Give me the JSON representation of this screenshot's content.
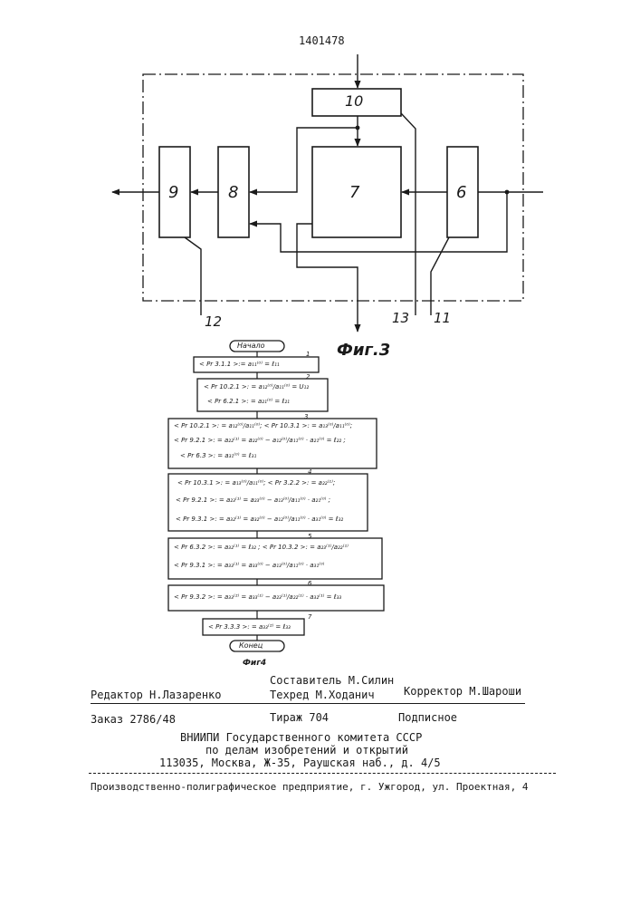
{
  "patent_number": "1401478",
  "fig3": {
    "caption": "Фиг.3",
    "blocks": {
      "b10": "10",
      "b7": "7",
      "b8": "8",
      "b9": "9",
      "b6": "6"
    },
    "inputs": {
      "in11": "11",
      "in12": "12",
      "in13": "13"
    }
  },
  "fig4": {
    "caption": "Фиг4",
    "start": "Начало",
    "end": "Конец",
    "steps": [
      {
        "num": "1",
        "lines": [
          "< Pr 3.1.1 >:= a₁₁⁽⁰⁾ = ℓ₁₁"
        ]
      },
      {
        "num": "2",
        "lines": [
          "< Pr 10.2.1 >: = a₁₂⁽⁰⁾/a₁₁⁽⁰⁾ = U₁₂",
          "< Pr 6.2.1 >: = a₂₁⁽⁰⁾ = ℓ₂₁"
        ]
      },
      {
        "num": "3",
        "lines": [
          "< Pr 10.2.1 >: = a₁₂⁽⁰⁾/a₁₁⁽⁰⁾; < Pr 10.3.1 >: = a₁₃⁽⁰⁾/a₁₁⁽⁰⁾;",
          "< Pr 9.2.1 >: = a₂₂⁽¹⁾ = a₂₂⁽⁰⁾ − a₁₂⁽⁰⁾/a₁₁⁽⁰⁾ · a₂₁⁽⁰⁾ = ℓ₂₂ ;",
          "< Pr 6.3 >: = a₃₁⁽⁰⁾ = ℓ₃₁"
        ]
      },
      {
        "num": "4",
        "lines": [
          "< Pr 10.3.1 >: = a₁₃⁽⁰⁾/a₁₁⁽⁰⁾; < Pr 3.2.2 >: = a₂₂⁽¹⁾;",
          "< Pr 9.2.1 >: = a₂₃⁽¹⁾ = a₂₃⁽⁰⁾ − a₁₃⁽⁰⁾/a₁₁⁽⁰⁾ · a₂₁⁽⁰⁾ ;",
          "< Pr 9.3.1 >: = a₃₂⁽¹⁾ = a₃₂⁽⁰⁾ − a₁₂⁽⁰⁾/a₁₁⁽⁰⁾ · a₃₁⁽⁰⁾ = ℓ₃₂"
        ]
      },
      {
        "num": "5",
        "lines": [
          "< Pr 6.3.2 >: = a₃₂⁽¹⁾ = ℓ₃₂ ; < Pr 10.3.2 >: = a₂₃⁽¹⁾/a₂₂⁽¹⁾",
          "< Pr 9.3.1 >: = a₃₃⁽¹⁾ = a₃₃⁽⁰⁾ − a₁₃⁽⁰⁾/a₁₁⁽⁰⁾ · a₃₁⁽⁰⁾"
        ]
      },
      {
        "num": "6",
        "lines": [
          "< Pr 9.3.2 >: = a₃₃⁽²⁾ = a₃₃⁽¹⁾ − a₂₃⁽¹⁾/a₂₂⁽¹⁾ · a₃₂⁽¹⁾ = ℓ₃₃"
        ]
      },
      {
        "num": "7",
        "lines": [
          "< Pr 3.3.3 >: = a₃₃⁽²⁾ = ℓ₃₃"
        ]
      }
    ]
  },
  "imprint": {
    "compiler": "Составитель М.Силин",
    "editor": "Редактор Н.Лазаренко",
    "techred": "Техред М.Ходанич",
    "corrector": "Корректор М.Шароши",
    "order": "Заказ 2786/48",
    "circulation": "Тираж 704",
    "subscription": "Подписное",
    "org1": "ВНИИПИ Государственного комитета СССР",
    "org2": "по делам изобретений и открытий",
    "address": "113035, Москва, Ж-35, Раушская наб., д. 4/5",
    "printer": "Производственно-полиграфическое предприятие, г. Ужгород, ул. Проектная, 4"
  }
}
